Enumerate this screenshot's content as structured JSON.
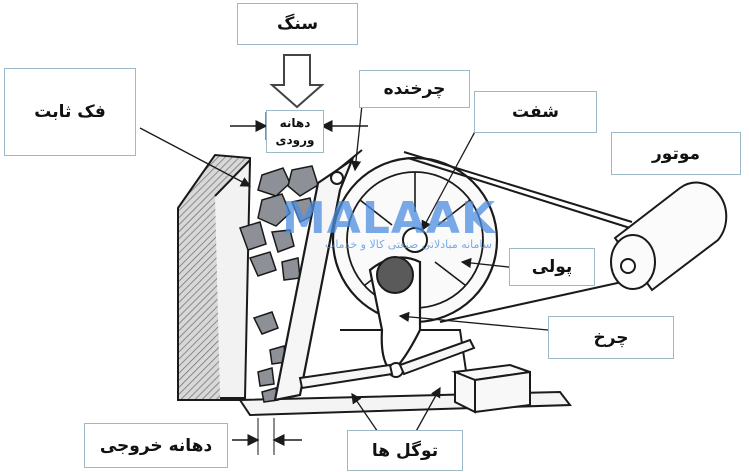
{
  "labels": {
    "stone": "سنگ",
    "fixed_jaw": "فک ثابت",
    "flywheel": "چرخنده",
    "inlet_line1": "دهانه",
    "inlet_line2": "ورودی",
    "shaft": "شفت",
    "motor": "موتور",
    "pulley": "پولی",
    "wheel": "چرخ",
    "outlet": "دهانه خروجی",
    "toggles": "توگل ها"
  },
  "watermark": {
    "main": "MALAAK",
    "sub": "سامانه مبادلاتی صنعتی کالا و خدمات"
  },
  "colors": {
    "box_border": "#9db9c8",
    "line": "#1a1a1a",
    "watermark": "#4d8fe0"
  }
}
